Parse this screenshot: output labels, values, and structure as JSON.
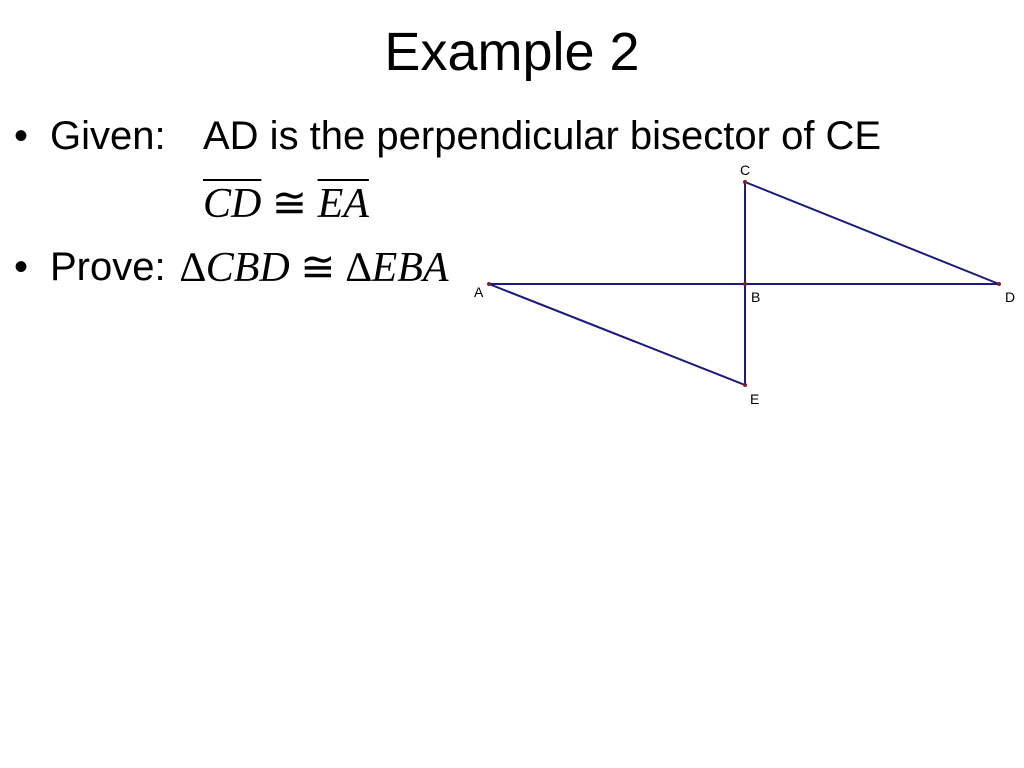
{
  "slide": {
    "title": "Example 2",
    "given": {
      "label": "Given:",
      "statement": "AD is the perpendicular bisector of CE",
      "congruence": {
        "left": "CD",
        "symbol": "≅",
        "right": "EA"
      }
    },
    "prove": {
      "label": "Prove:",
      "delta": "∆",
      "left": "CBD",
      "symbol": "≅",
      "right": "EBA"
    },
    "bullet_char": "•"
  },
  "diagram": {
    "segment_color": "#1a1a80",
    "point_color": "#8b1a1a",
    "points": {
      "A": "A",
      "B": "B",
      "C": "C",
      "D": "D",
      "E": "E"
    },
    "segments": [
      "AD",
      "CE",
      "CD",
      "AE"
    ]
  }
}
